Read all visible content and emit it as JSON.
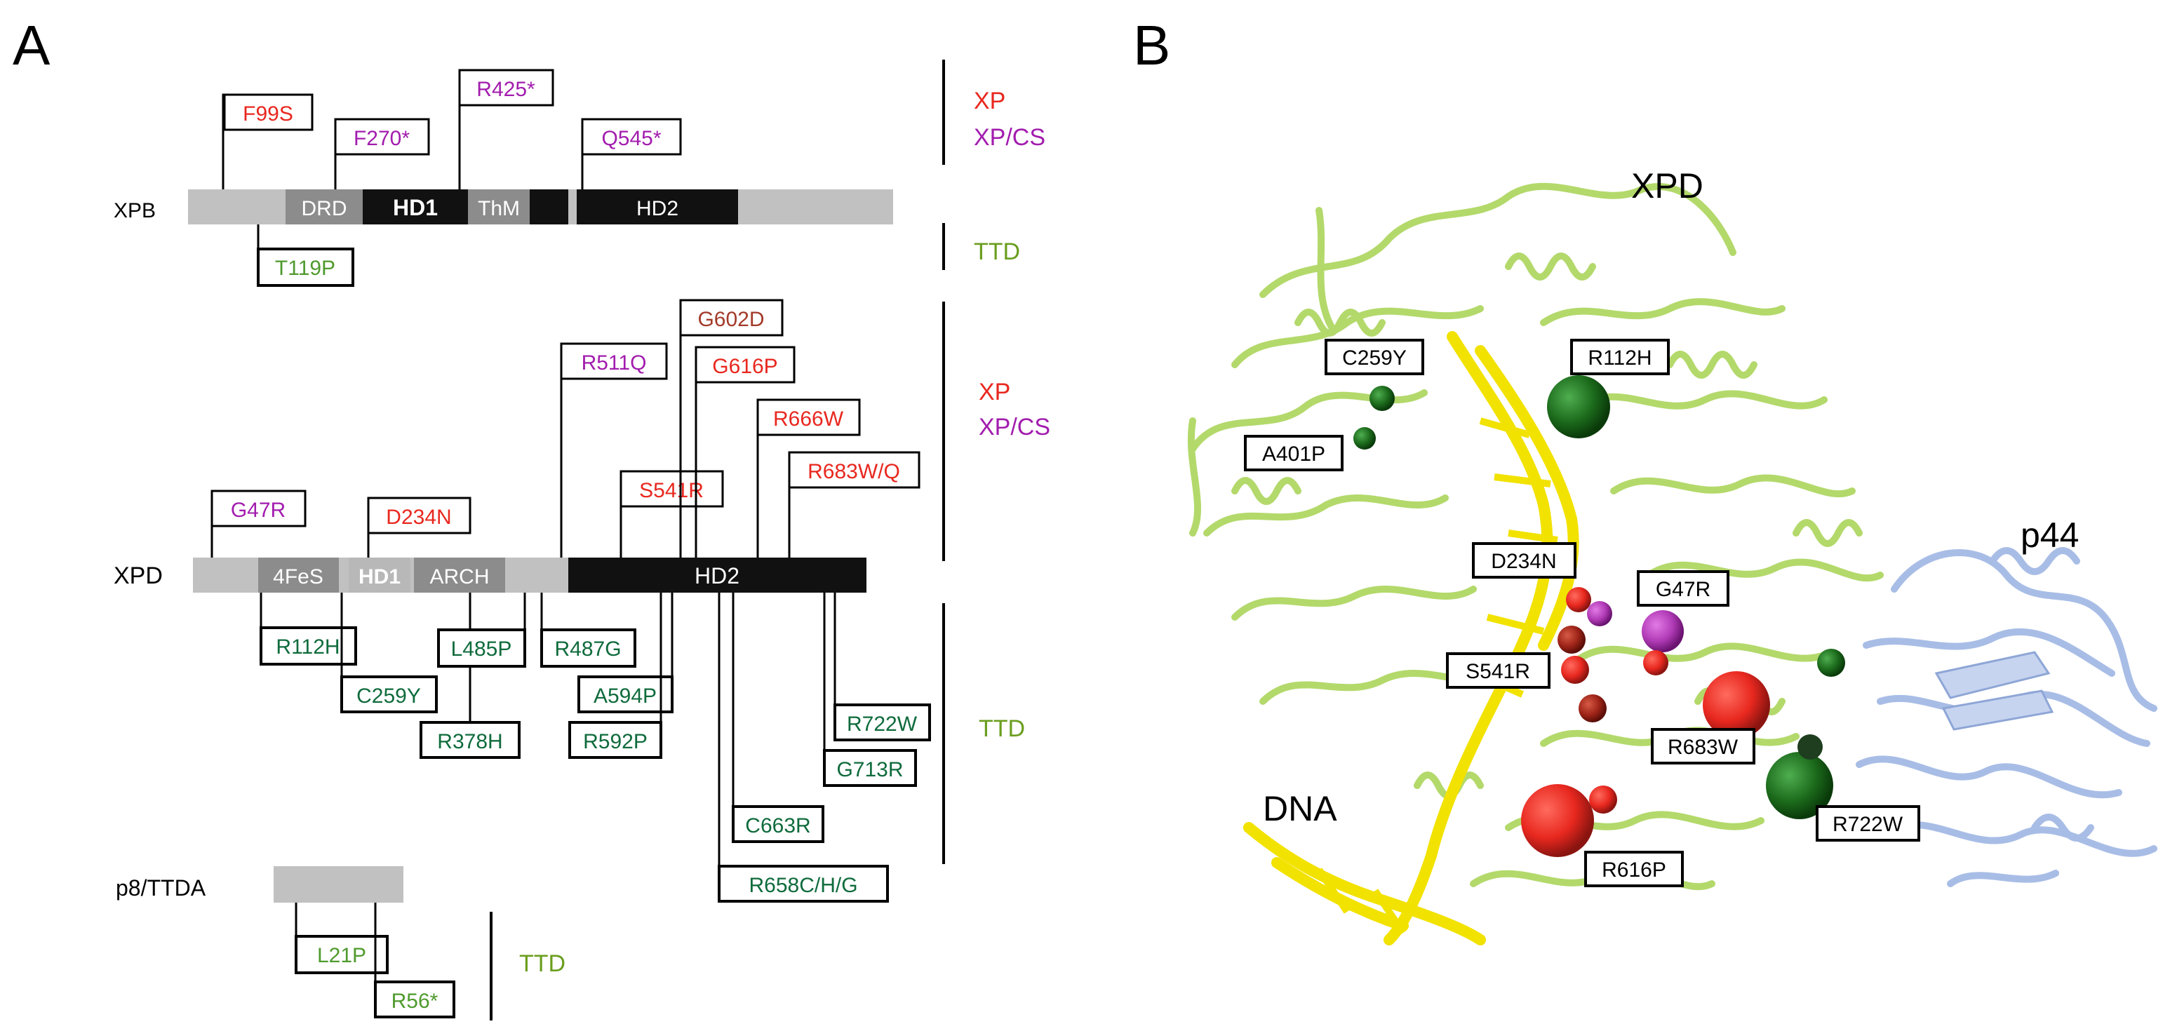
{
  "panels": {
    "a": "A",
    "b": "B"
  },
  "colors": {
    "xp": "#e8281f",
    "xpcs": "#a21cae",
    "ttd_box": "#0f6b3c",
    "ttd_text": "#6a9e1e",
    "ttd_light": "#4f9a2d",
    "brown": "#a33a2a",
    "domain_light": "#c1c1c1",
    "domain_mid": "#8c8c8c",
    "domain_dark": "#111111",
    "protein_green": "#b3d96b",
    "dna": "#f2e200",
    "p44": "#a8bde6"
  },
  "xpb": {
    "name": "XPB",
    "domains": [
      "DRD",
      "HD1",
      "ThM",
      "HD2"
    ],
    "mutations_above": [
      "F99S",
      "F270*",
      "R425*",
      "Q545*"
    ],
    "mutations_below": [
      "T119P"
    ]
  },
  "xpd": {
    "name": "XPD",
    "domains": [
      "4FeS",
      "HD1",
      "ARCH",
      "HD2"
    ],
    "mutations_above": [
      "G47R",
      "D234N",
      "R511Q",
      "S541R",
      "G602D",
      "G616P",
      "R666W",
      "R683W/Q"
    ],
    "mutations_below": [
      "R112H",
      "C259Y",
      "R378H",
      "L485P",
      "R487G",
      "A594P",
      "R592P",
      "C663R",
      "R658C/H/G",
      "G713R",
      "R722W"
    ]
  },
  "p8": {
    "name": "p8/TTDA",
    "mutations_below": [
      "L21P",
      "R56*"
    ]
  },
  "legend": {
    "xp": "XP",
    "xpcs": "XP/CS",
    "ttd": "TTD"
  },
  "structure": {
    "title": "XPD",
    "dna": "DNA",
    "partner": "p44",
    "labels": [
      "C259Y",
      "R112H",
      "A401P",
      "D234N",
      "G47R",
      "S541R",
      "R683W",
      "R722W",
      "R616P"
    ]
  }
}
